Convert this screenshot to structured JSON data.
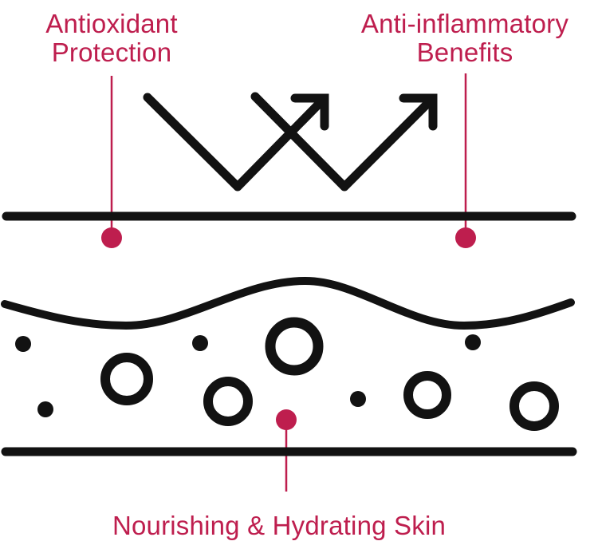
{
  "colors": {
    "accent": "#BE1E4E",
    "ink": "#121212",
    "background": "#FFFFFF"
  },
  "labels": {
    "antioxidant": {
      "line1": "Antioxidant",
      "line2": "Protection"
    },
    "anti_inflammatory": {
      "line1": "Anti-inflammatory",
      "line2": "Benefits"
    },
    "nourishing": {
      "text": "Nourishing & Hydrating Skin"
    }
  },
  "icons": {
    "arrows": "bounce-deflect-arrows-icon",
    "surface": "skin-surface-line",
    "wave": "skin-wave-line",
    "base": "skin-base-line",
    "bubbles": "nutrient-bubble-circles",
    "particles": "particle-dots",
    "pointers": "callout-pointer-dots"
  }
}
